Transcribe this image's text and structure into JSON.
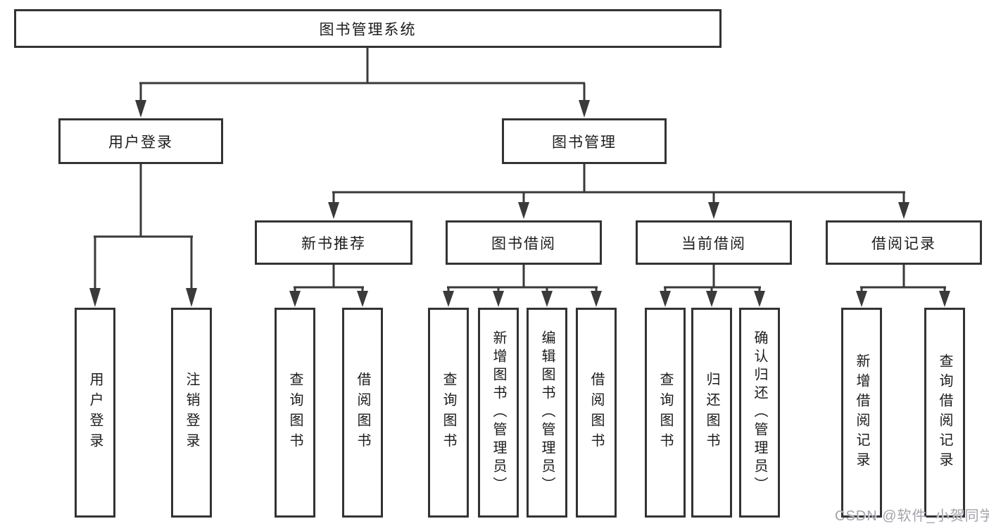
{
  "diagram": {
    "title": "图书管理系统",
    "colors": {
      "line": "#3a3a3a",
      "box_border": "#333333",
      "box_fill": "#ffffff",
      "text": "#1c1c1c",
      "watermark": "#a3a3ab"
    },
    "root": {
      "label": "图书管理系统",
      "children": [
        {
          "label": "用户登录",
          "children": [
            {
              "label": "用户登录"
            },
            {
              "label": "注销登录"
            }
          ]
        },
        {
          "label": "图书管理",
          "children": [
            {
              "label": "新书推荐",
              "children": [
                {
                  "label": "查询图书"
                },
                {
                  "label": "借阅图书"
                }
              ]
            },
            {
              "label": "图书借阅",
              "children": [
                {
                  "label": "查询图书"
                },
                {
                  "label": "新增图书（管理员）"
                },
                {
                  "label": "编辑图书（管理员）"
                },
                {
                  "label": "借阅图书"
                }
              ]
            },
            {
              "label": "当前借阅",
              "children": [
                {
                  "label": "查询图书"
                },
                {
                  "label": "归还图书"
                },
                {
                  "label": "确认归还（管理员）"
                }
              ]
            },
            {
              "label": "借阅记录",
              "children": [
                {
                  "label": "新增借阅记录"
                },
                {
                  "label": "查询借阅记录"
                }
              ]
            }
          ]
        }
      ]
    },
    "watermark": "CSDN @软件_小贺同学"
  }
}
